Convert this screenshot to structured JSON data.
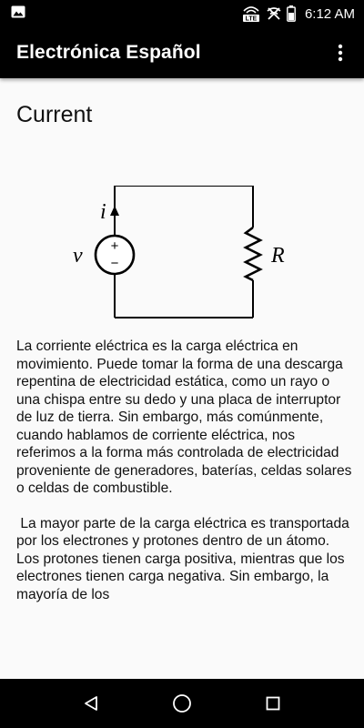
{
  "status_bar": {
    "time": "6:12 AM",
    "network_badge": "LTE",
    "icons": [
      "image-notification-icon",
      "volte-icon",
      "wifi-off-icon",
      "battery-icon"
    ]
  },
  "app_bar": {
    "title": "Electrónica Español",
    "overflow_icon": "more-vert-icon"
  },
  "page": {
    "title": "Current",
    "diagram": {
      "current_label": "i",
      "voltage_label": "v",
      "resistor_label": "R",
      "source_plus": "+",
      "source_minus": "−"
    },
    "paragraphs": [
      "La corriente eléctrica es la carga eléctrica en movimiento. Puede tomar la forma de una descarga repentina de electricidad estática, como un rayo o una chispa entre su dedo y una placa de interruptor de luz de tierra. Sin embargo, más comúnmente, cuando hablamos de corriente eléctrica, nos referimos a la forma más controlada de electricidad proveniente de generadores, baterías, celdas solares o celdas de combustible.",
      " La mayor parte de la carga eléctrica es transportada por los electrones y protones dentro de un átomo. Los protones tienen carga positiva, mientras que los electrones tienen carga negativa. Sin embargo, la mayoría de los"
    ]
  },
  "nav_bar": {
    "back": "back-icon",
    "home": "home-icon",
    "recents": "recents-icon"
  }
}
